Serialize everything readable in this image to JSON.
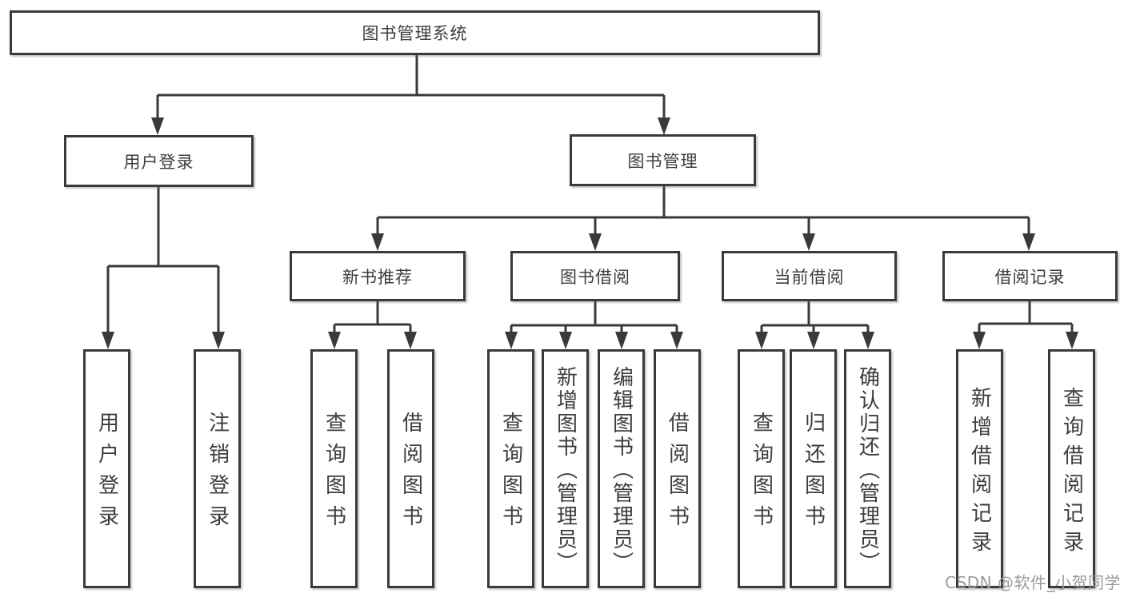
{
  "diagram": {
    "type": "hierarchy-tree",
    "tree": {
      "label": "图书管理系统",
      "children": [
        {
          "label": "用户登录",
          "children": [
            {
              "label": "用户登录"
            },
            {
              "label": "注销登录"
            }
          ]
        },
        {
          "label": "图书管理",
          "children": [
            {
              "label": "新书推荐",
              "children": [
                {
                  "label": "查询图书"
                },
                {
                  "label": "借阅图书"
                }
              ]
            },
            {
              "label": "图书借阅",
              "children": [
                {
                  "label": "查询图书"
                },
                {
                  "label": "新增图书（管理员）"
                },
                {
                  "label": "编辑图书（管理员）"
                },
                {
                  "label": "借阅图书"
                }
              ]
            },
            {
              "label": "当前借阅",
              "children": [
                {
                  "label": "查询图书"
                },
                {
                  "label": "归还图书"
                },
                {
                  "label": "确认归还（管理员）"
                }
              ]
            },
            {
              "label": "借阅记录",
              "children": [
                {
                  "label": "新增借阅记录"
                },
                {
                  "label": "查询借阅记录"
                }
              ]
            }
          ]
        }
      ]
    },
    "colors": {
      "line": "#3a3a3a",
      "box_border": "#3a3a3a",
      "box_fill": "#ffffff",
      "text": "#3d3d3d",
      "background": "#ffffff",
      "watermark": "#9a9aa0"
    }
  },
  "watermark": {
    "text": "CSDN @软件_小贺同学"
  }
}
